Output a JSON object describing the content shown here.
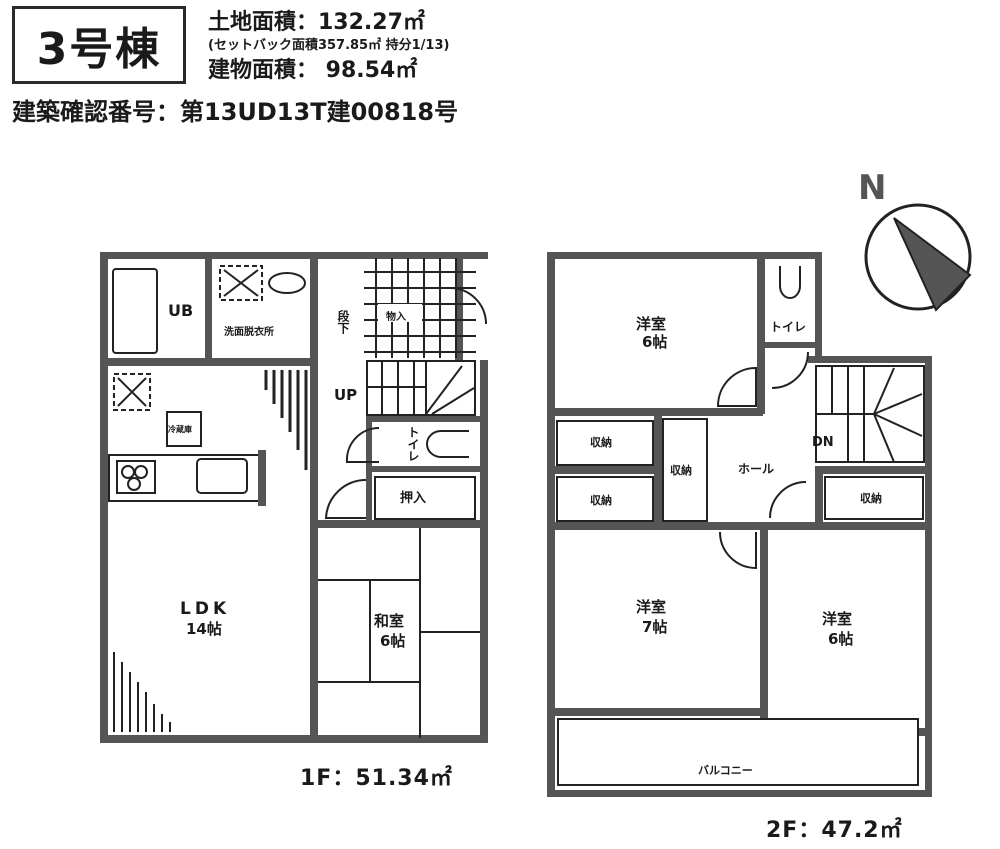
{
  "header": {
    "building_label": "3号棟",
    "land_area": "土地面積：132.27㎡",
    "setback_note": "(セットバック面積357.85㎡ 持分1/13)",
    "building_area": "建物面積： 98.54㎡",
    "permit_number": "建築確認番号：第13UD13T建00818号"
  },
  "compass": {
    "label": "N",
    "icon": "north-arrow-icon",
    "fill": "#555555"
  },
  "floor1": {
    "area_label": "1F：51.34㎡",
    "rooms": {
      "ub": "UB",
      "washroom": "洗面脱衣所",
      "storage_under_stairs": "物入",
      "stair_down_label": "段下",
      "stair_up_label": "UP",
      "toilet": "トイレ",
      "closet": "押入",
      "ldk": "LDK",
      "ldk_size": "14帖",
      "washitsu": "和室",
      "washitsu_size": "6帖",
      "fridge": "冷蔵庫"
    }
  },
  "floor2": {
    "area_label": "2F：47.2㎡",
    "rooms": {
      "western1": "洋室",
      "western1_size": "6帖",
      "toilet": "トイレ",
      "storage_a": "収納",
      "storage_b": "収納",
      "storage_c": "収納",
      "storage_d": "収納",
      "hall": "ホール",
      "stair_down": "DN",
      "western2": "洋室",
      "western2_size": "7帖",
      "western3": "洋室",
      "western3_size": "6帖",
      "balcony": "バルコニー"
    }
  },
  "colors": {
    "wall": "#555555",
    "ink": "#1a1a1a"
  }
}
